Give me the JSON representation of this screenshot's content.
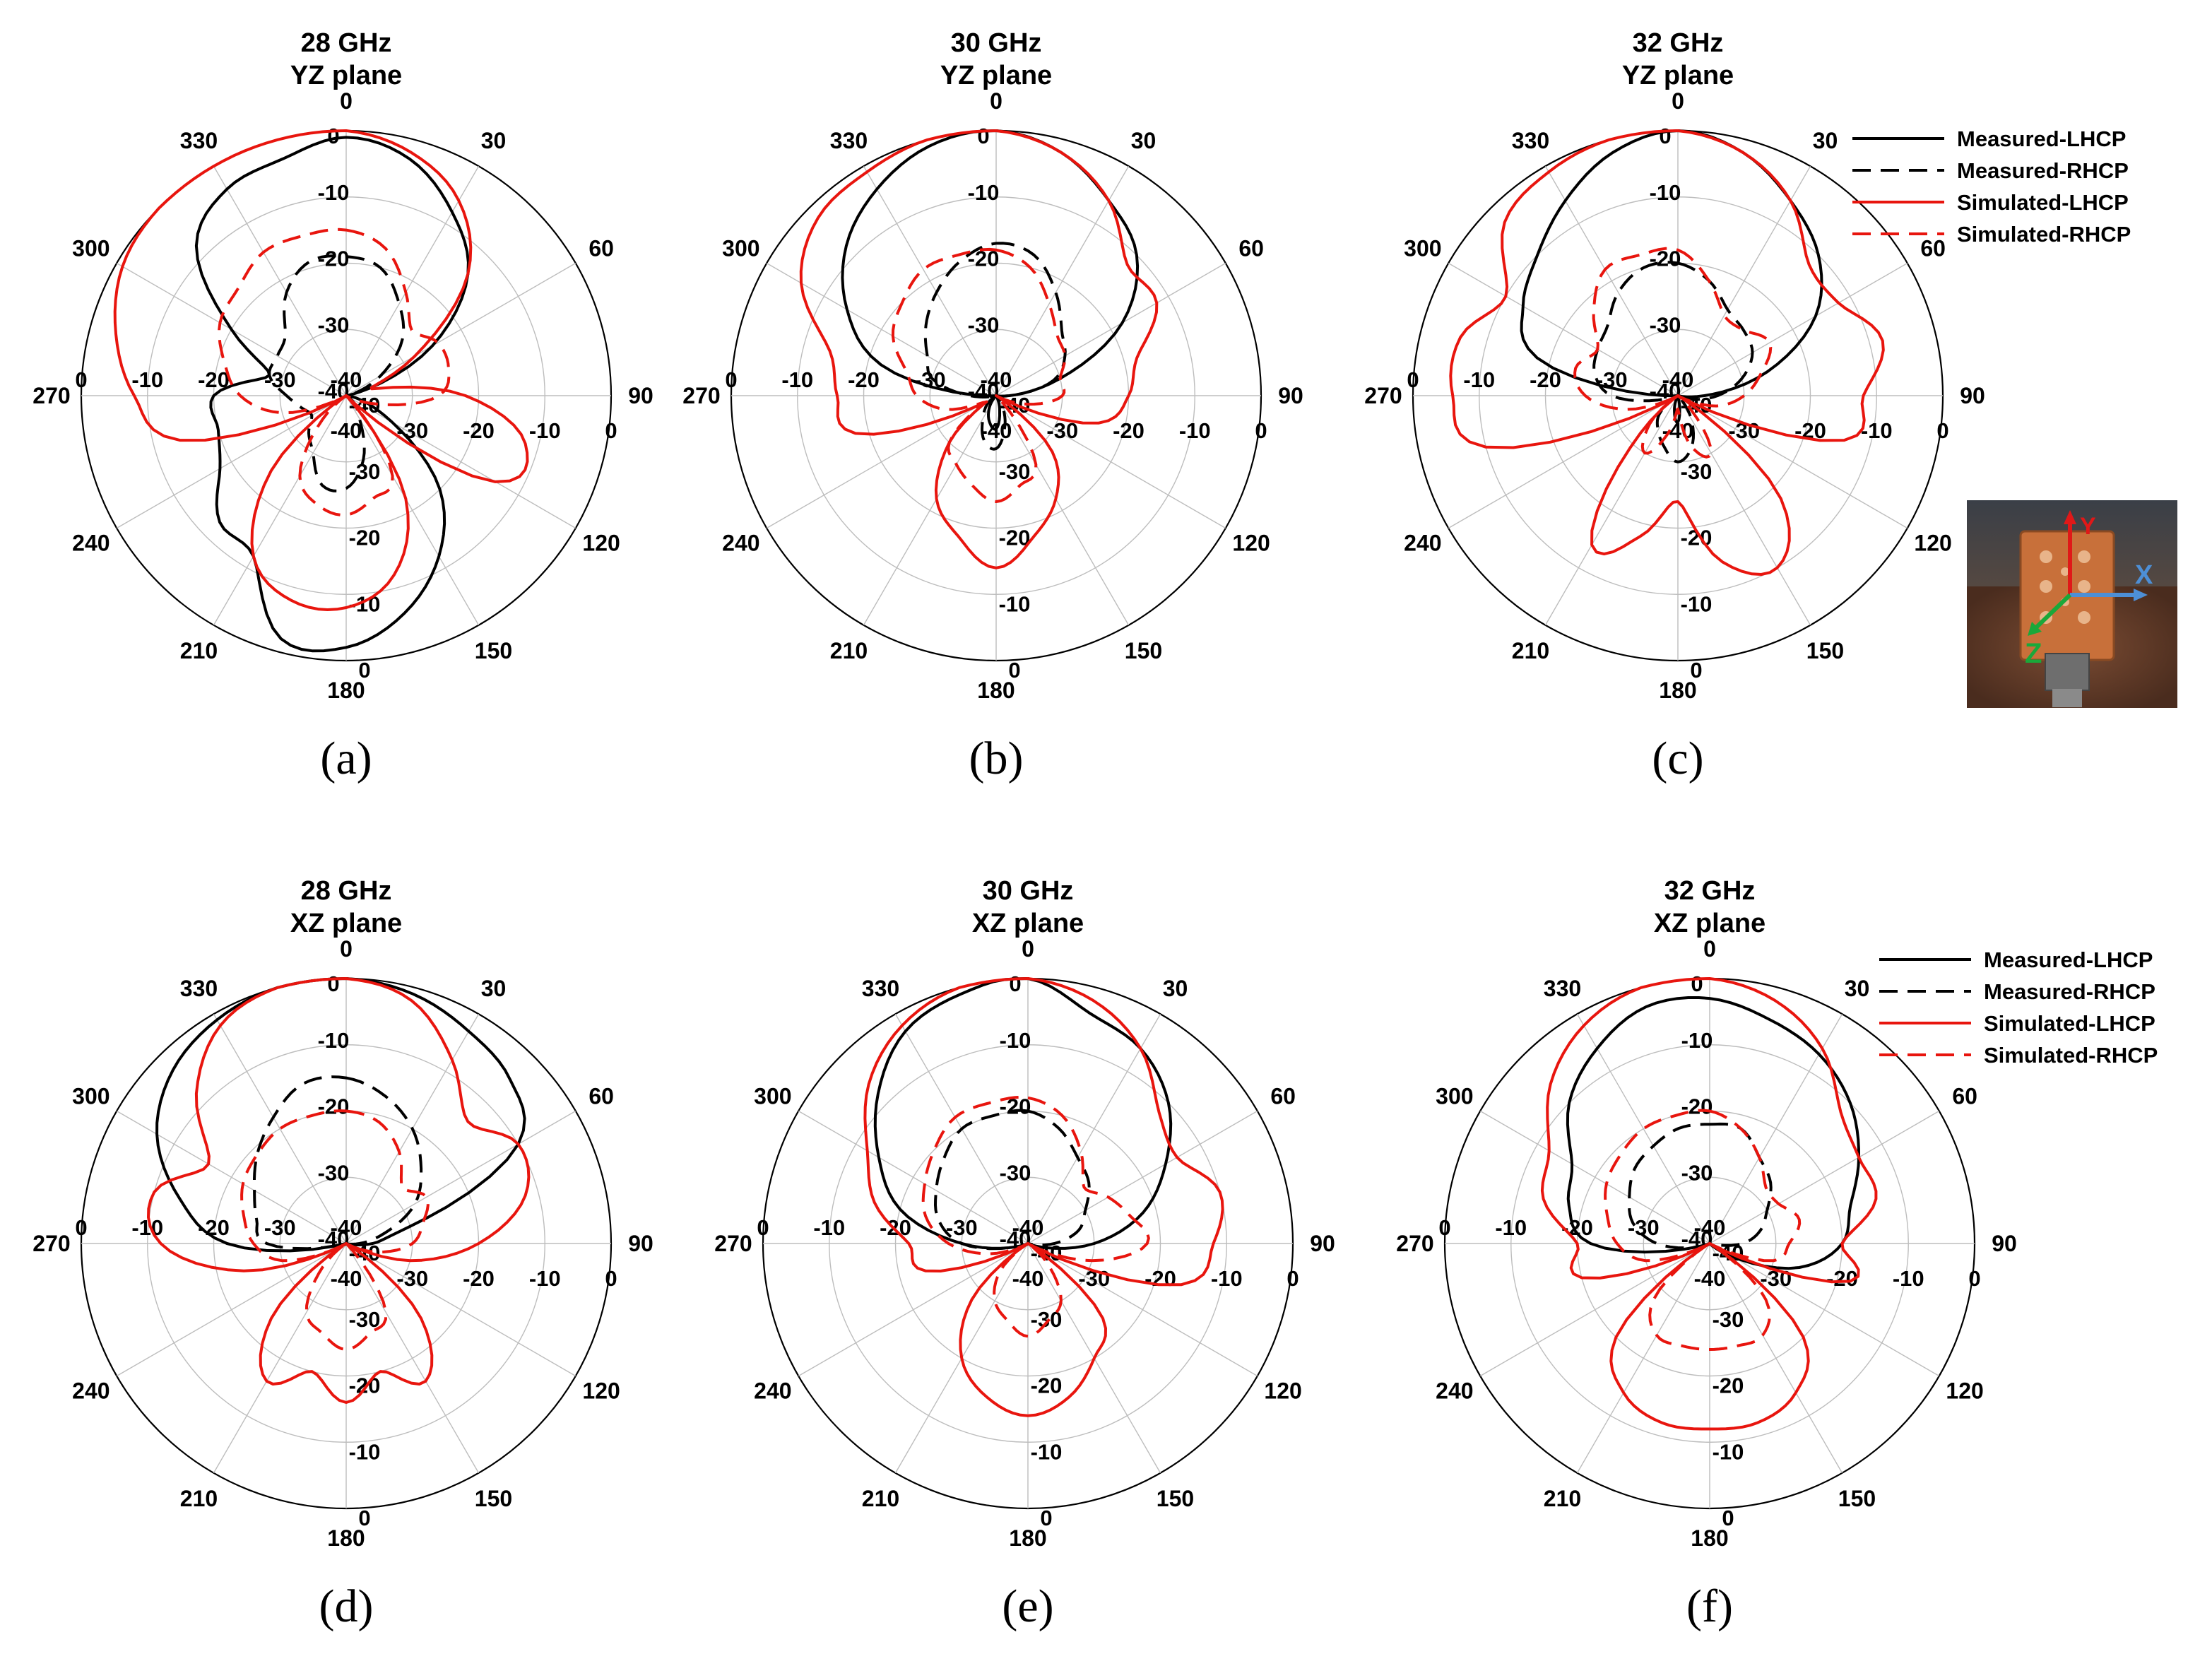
{
  "colors": {
    "measured": "#000000",
    "simulated": "#e8150e"
  },
  "legend": [
    {
      "label": "Measured-LHCP",
      "color": "#000000",
      "dash": "solid"
    },
    {
      "label": "Measured-RHCP",
      "color": "#000000",
      "dash": "dashed"
    },
    {
      "label": "Simulated-LHCP",
      "color": "#e8150e",
      "dash": "solid"
    },
    {
      "label": "Simulated-RHCP",
      "color": "#e8150e",
      "dash": "dashed"
    }
  ],
  "photo_axes": [
    "Y",
    "X",
    "Z"
  ],
  "chart_data": [
    {
      "type": "polar",
      "label": "(a)",
      "title": [
        "28 GHz",
        "YZ plane"
      ],
      "angle_ticks": [
        0,
        30,
        60,
        90,
        120,
        150,
        180,
        210,
        240,
        270,
        300,
        330
      ],
      "radial_ticks": [
        0,
        -10,
        -20,
        -30,
        -40
      ],
      "rlim": [
        -40,
        0
      ],
      "theta_step_deg": 15,
      "series": [
        {
          "name": "Measured-LHCP",
          "values": [
            -1,
            -3,
            -8,
            -14,
            -25,
            -38,
            -40,
            -38,
            -32,
            -20,
            -12,
            -6,
            -2,
            -2,
            -12,
            -13,
            -18,
            -20,
            -20,
            -28,
            -20,
            -8,
            -4,
            -3
          ]
        },
        {
          "name": "Measured-RHCP",
          "values": [
            -19,
            -20,
            -24,
            -28,
            -34,
            -39,
            -40,
            -40,
            -40,
            -38,
            -36,
            -30,
            -26,
            -26,
            -30,
            -32,
            -34,
            -33,
            -31,
            -28,
            -28,
            -27,
            -22,
            -19
          ]
        },
        {
          "name": "Simulated-LHCP",
          "values": [
            0,
            -2,
            -6,
            -14,
            -28,
            -36,
            -22,
            -12,
            -14,
            -40,
            -22,
            -12,
            -8,
            -8,
            -12,
            -24,
            -40,
            -14,
            -8,
            -4,
            -1,
            0,
            0,
            0
          ]
        },
        {
          "name": "Simulated-RHCP",
          "values": [
            -15,
            -17,
            -22,
            -26,
            -24,
            -24,
            -26,
            -35,
            -40,
            -40,
            -26,
            -24,
            -22,
            -23,
            -26,
            -35,
            -40,
            -30,
            -24,
            -21,
            -18,
            -17,
            -15,
            -15
          ]
        }
      ]
    },
    {
      "type": "polar",
      "label": "(b)",
      "title": [
        "30 GHz",
        "YZ plane"
      ],
      "angle_ticks": [
        0,
        30,
        60,
        90,
        120,
        150,
        180,
        210,
        240,
        270,
        300,
        330
      ],
      "radial_ticks": [
        0,
        -10,
        -20,
        -30,
        -40
      ],
      "rlim": [
        -40,
        0
      ],
      "theta_step_deg": 15,
      "series": [
        {
          "name": "Measured-LHCP",
          "values": [
            0,
            -2,
            -6,
            -10,
            -18,
            -30,
            -38,
            -40,
            -40,
            -40,
            -40,
            -38,
            -35,
            -36,
            -38,
            -40,
            -40,
            -40,
            -38,
            -22,
            -14,
            -8,
            -4,
            -1
          ]
        },
        {
          "name": "Measured-RHCP",
          "values": [
            -17,
            -18,
            -22,
            -26,
            -28,
            -31,
            -38,
            -40,
            -40,
            -40,
            -38,
            -35,
            -32,
            -33,
            -36,
            -38,
            -40,
            -40,
            -36,
            -30,
            -28,
            -25,
            -22,
            -19
          ]
        },
        {
          "name": "Simulated-LHCP",
          "values": [
            0,
            -2,
            -6,
            -12,
            -12,
            -18,
            -20,
            -24,
            -40,
            -28,
            -22,
            -18,
            -14,
            -18,
            -22,
            -30,
            -38,
            -18,
            -16,
            -14,
            -6,
            -2,
            -1,
            0
          ]
        },
        {
          "name": "Simulated-RHCP",
          "values": [
            -18,
            -20,
            -24,
            -27,
            -28,
            -30,
            -30,
            -35,
            -40,
            -40,
            -28,
            -26,
            -24,
            -26,
            -28,
            -30,
            -38,
            -32,
            -28,
            -26,
            -22,
            -20,
            -18,
            -18
          ]
        }
      ]
    },
    {
      "type": "polar",
      "label": "(c)",
      "title": [
        "32 GHz",
        "YZ plane"
      ],
      "angle_ticks": [
        0,
        30,
        60,
        90,
        120,
        150,
        180,
        210,
        240,
        270,
        300,
        330
      ],
      "radial_ticks": [
        0,
        -10,
        -20,
        -30,
        -40
      ],
      "rlim": [
        -40,
        0
      ],
      "theta_step_deg": 15,
      "series": [
        {
          "name": "Measured-LHCP",
          "values": [
            0,
            -2,
            -6,
            -10,
            -16,
            -26,
            -36,
            -40,
            -40,
            -40,
            -40,
            -40,
            -36,
            -38,
            -40,
            -40,
            -40,
            -40,
            -38,
            -18,
            -13,
            -10,
            -6,
            -2
          ]
        },
        {
          "name": "Measured-RHCP",
          "values": [
            -20,
            -22,
            -25,
            -26,
            -27,
            -30,
            -34,
            -38,
            -40,
            -40,
            -36,
            -32,
            -30,
            -32,
            -34,
            -36,
            -40,
            -38,
            -30,
            -27,
            -26,
            -25,
            -22,
            -20
          ]
        },
        {
          "name": "Simulated-LHCP",
          "values": [
            0,
            -2,
            -6,
            -12,
            -12,
            -8,
            -12,
            -14,
            -40,
            -18,
            -10,
            -14,
            -24,
            -18,
            -14,
            -32,
            -40,
            -10,
            -6,
            -6,
            -10,
            -3,
            -1,
            0
          ]
        },
        {
          "name": "Simulated-RHCP",
          "values": [
            -18,
            -22,
            -26,
            -26,
            -24,
            -27,
            -30,
            -34,
            -40,
            -38,
            -30,
            -32,
            -38,
            -34,
            -30,
            -34,
            -40,
            -32,
            -26,
            -24,
            -26,
            -22,
            -18,
            -18
          ]
        }
      ]
    },
    {
      "type": "polar",
      "label": "(d)",
      "title": [
        "28 GHz",
        "XZ plane"
      ],
      "angle_ticks": [
        0,
        30,
        60,
        90,
        120,
        150,
        180,
        210,
        240,
        270,
        300,
        330
      ],
      "radial_ticks": [
        0,
        -10,
        -20,
        -30,
        -40
      ],
      "rlim": [
        -40,
        0
      ],
      "theta_step_deg": 15,
      "series": [
        {
          "name": "Measured-LHCP",
          "values": [
            0,
            -1,
            -3,
            -5,
            -10,
            -30,
            -36,
            -40,
            -40,
            -40,
            -40,
            -40,
            -40,
            -40,
            -40,
            -40,
            -40,
            -40,
            -22,
            -14,
            -7,
            -3,
            -1,
            0
          ]
        },
        {
          "name": "Measured-RHCP",
          "values": [
            -15,
            -17,
            -20,
            -24,
            -28,
            -34,
            -38,
            -40,
            -40,
            -40,
            -40,
            -40,
            -40,
            -40,
            -40,
            -40,
            -40,
            -40,
            -28,
            -26,
            -24,
            -21,
            -18,
            -15
          ]
        },
        {
          "name": "Simulated-LHCP",
          "values": [
            0,
            -2,
            -8,
            -14,
            -10,
            -12,
            -20,
            -30,
            -40,
            -24,
            -16,
            -20,
            -16,
            -20,
            -16,
            -24,
            -40,
            -24,
            -12,
            -10,
            -16,
            -8,
            -2,
            0
          ]
        },
        {
          "name": "Simulated-RHCP",
          "values": [
            -20,
            -21,
            -24,
            -28,
            -26,
            -28,
            -30,
            -35,
            -40,
            -40,
            -28,
            -26,
            -24,
            -26,
            -28,
            -35,
            -40,
            -30,
            -26,
            -24,
            -22,
            -21,
            -20,
            -20
          ]
        }
      ]
    },
    {
      "type": "polar",
      "label": "(e)",
      "title": [
        "30 GHz",
        "XZ plane"
      ],
      "angle_ticks": [
        0,
        30,
        60,
        90,
        120,
        150,
        180,
        210,
        240,
        270,
        300,
        330
      ],
      "radial_ticks": [
        0,
        -10,
        -20,
        -30,
        -40
      ],
      "rlim": [
        -40,
        0
      ],
      "theta_step_deg": 15,
      "series": [
        {
          "name": "Measured-LHCP",
          "values": [
            0,
            -4,
            -6,
            -10,
            -16,
            -22,
            -30,
            -38,
            -40,
            -40,
            -40,
            -40,
            -40,
            -40,
            -40,
            -40,
            -40,
            -38,
            -30,
            -20,
            -14,
            -8,
            -3,
            -1
          ]
        },
        {
          "name": "Measured-RHCP",
          "values": [
            -20,
            -22,
            -25,
            -27,
            -30,
            -32,
            -36,
            -40,
            -40,
            -40,
            -40,
            -40,
            -40,
            -40,
            -40,
            -40,
            -40,
            -38,
            -30,
            -26,
            -24,
            -22,
            -20,
            -20
          ]
        },
        {
          "name": "Simulated-LHCP",
          "values": [
            0,
            -2,
            -6,
            -12,
            -14,
            -10,
            -12,
            -16,
            -40,
            -24,
            -20,
            -16,
            -14,
            -16,
            -20,
            -28,
            -40,
            -24,
            -22,
            -16,
            -12,
            -6,
            -2,
            0
          ]
        },
        {
          "name": "Simulated-RHCP",
          "values": [
            -18,
            -20,
            -24,
            -28,
            -26,
            -24,
            -22,
            -30,
            -40,
            -36,
            -30,
            -28,
            -26,
            -28,
            -30,
            -34,
            -40,
            -34,
            -28,
            -24,
            -22,
            -20,
            -18,
            -18
          ]
        }
      ]
    },
    {
      "type": "polar",
      "label": "(f)",
      "title": [
        "32 GHz",
        "XZ plane"
      ],
      "angle_ticks": [
        0,
        30,
        60,
        90,
        120,
        150,
        180,
        210,
        240,
        270,
        300,
        330
      ],
      "radial_ticks": [
        0,
        -10,
        -20,
        -30,
        -40
      ],
      "rlim": [
        -40,
        0
      ],
      "theta_step_deg": 15,
      "series": [
        {
          "name": "Measured-LHCP",
          "values": [
            -3,
            -5,
            -7,
            -10,
            -14,
            -18,
            -20,
            -26,
            -36,
            -40,
            -40,
            -40,
            -40,
            -40,
            -40,
            -40,
            -40,
            -38,
            -22,
            -18,
            -16,
            -10,
            -6,
            -3
          ]
        },
        {
          "name": "Measured-RHCP",
          "values": [
            -22,
            -22,
            -25,
            -27,
            -30,
            -32,
            -35,
            -40,
            -40,
            -40,
            -40,
            -40,
            -40,
            -40,
            -40,
            -40,
            -40,
            -38,
            -32,
            -28,
            -26,
            -24,
            -23,
            -22
          ]
        },
        {
          "name": "Simulated-LHCP",
          "values": [
            0,
            -2,
            -6,
            -12,
            -14,
            -14,
            -20,
            -18,
            -40,
            -20,
            -14,
            -12,
            -12,
            -12,
            -14,
            -20,
            -40,
            -20,
            -20,
            -14,
            -12,
            -6,
            -2,
            0
          ]
        },
        {
          "name": "Simulated-RHCP",
          "values": [
            -20,
            -22,
            -25,
            -28,
            -28,
            -26,
            -28,
            -30,
            -40,
            -28,
            -24,
            -24,
            -24,
            -24,
            -24,
            -28,
            -40,
            -30,
            -26,
            -24,
            -22,
            -21,
            -20,
            -20
          ]
        }
      ]
    }
  ]
}
